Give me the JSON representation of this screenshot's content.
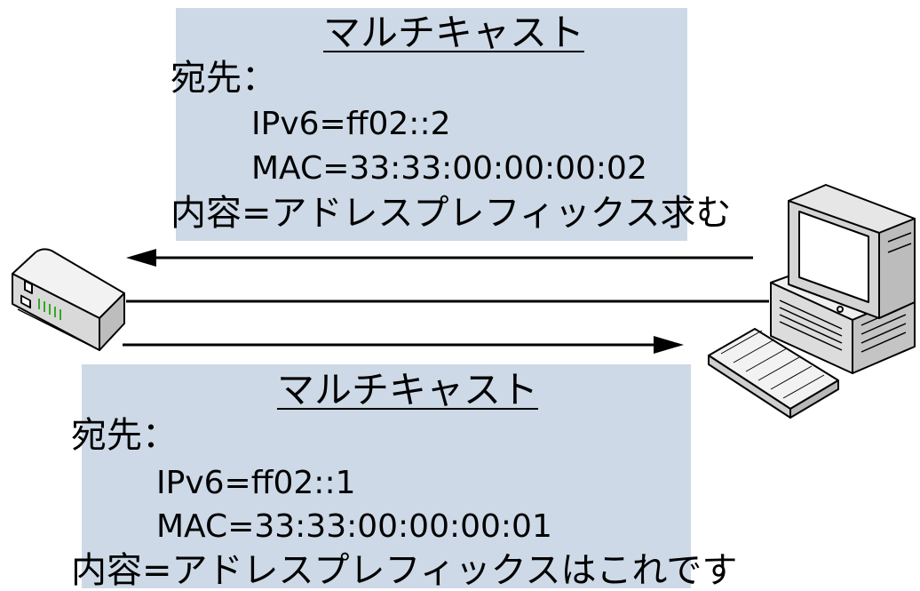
{
  "top_message": {
    "title": "マルチキャスト",
    "dest_label": "宛先：",
    "ipv6": "IPv6=ff02::2",
    "mac": "MAC=33:33:00:00:00:02",
    "content": "内容=アドレスプレフィックス求む"
  },
  "bottom_message": {
    "title": "マルチキャスト",
    "dest_label": "宛先：",
    "ipv6": "IPv6=ff02::1",
    "mac": "MAC=33:33:00:00:00:01",
    "content": "内容=アドレスプレフィックスはこれです"
  },
  "colors": {
    "box_fill": "#cdd9e6",
    "line": "#000000",
    "router_led": "#33aa22"
  },
  "icons": {
    "router": "router-icon",
    "computer": "desktop-computer-icon",
    "keyboard": "keyboard-icon"
  }
}
